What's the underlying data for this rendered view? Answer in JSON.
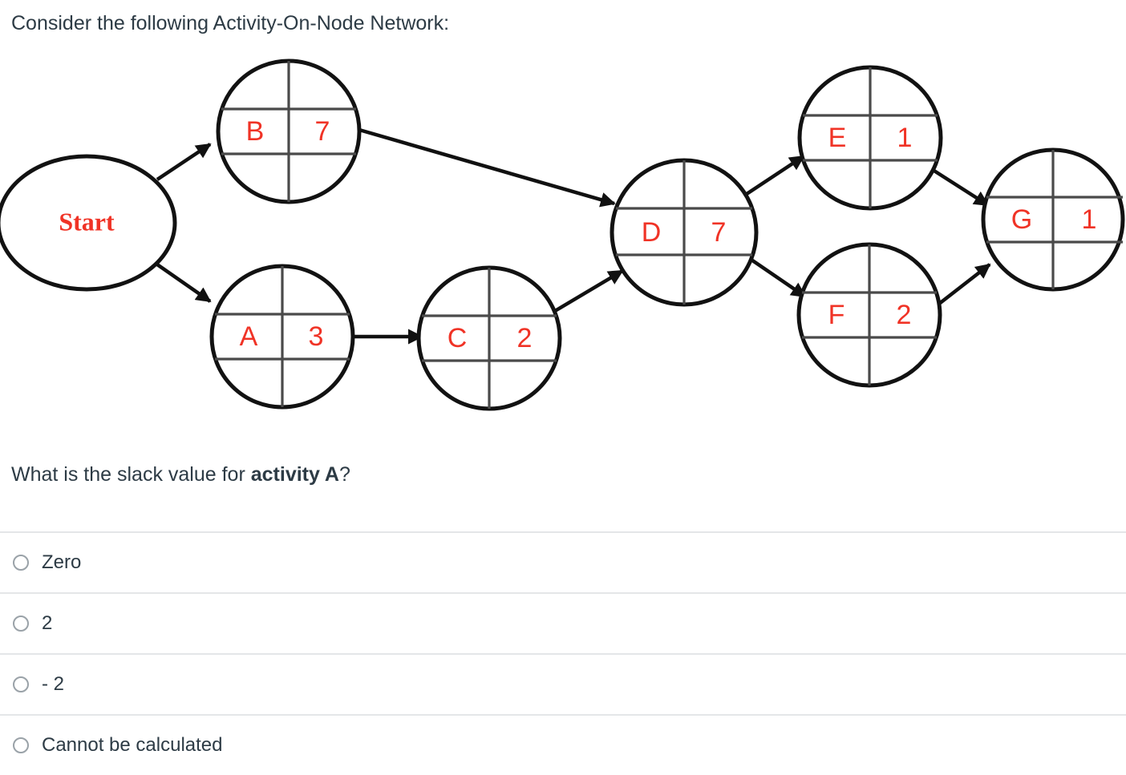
{
  "prompt": "Consider the following Activity-On-Node Network:",
  "question": {
    "prefix": "What is the slack value for ",
    "emphasis": "activity A",
    "suffix": "?"
  },
  "colors": {
    "node_label": "#f03326",
    "text": "#2d3b45",
    "stroke": "#111111",
    "divider": "#e4e6e8"
  },
  "diagram": {
    "type": "activity-on-node-network",
    "start_node": {
      "id": "Start",
      "label": "Start",
      "shape": "ellipse"
    },
    "nodes": [
      {
        "id": "B",
        "label": "B",
        "duration": "7"
      },
      {
        "id": "A",
        "label": "A",
        "duration": "3"
      },
      {
        "id": "C",
        "label": "C",
        "duration": "2"
      },
      {
        "id": "D",
        "label": "D",
        "duration": "7"
      },
      {
        "id": "E",
        "label": "E",
        "duration": "1"
      },
      {
        "id": "F",
        "label": "F",
        "duration": "2"
      },
      {
        "id": "G",
        "label": "G",
        "duration": "1"
      }
    ],
    "edges": [
      {
        "from": "Start",
        "to": "B"
      },
      {
        "from": "Start",
        "to": "A"
      },
      {
        "from": "B",
        "to": "D"
      },
      {
        "from": "A",
        "to": "C"
      },
      {
        "from": "C",
        "to": "D"
      },
      {
        "from": "D",
        "to": "E"
      },
      {
        "from": "D",
        "to": "F"
      },
      {
        "from": "E",
        "to": "G"
      },
      {
        "from": "F",
        "to": "G"
      }
    ]
  },
  "answers": [
    {
      "id": "option-zero",
      "label": "Zero",
      "selected": false
    },
    {
      "id": "option-2",
      "label": "2",
      "selected": false
    },
    {
      "id": "option-minus-2",
      "label": "- 2",
      "selected": false
    },
    {
      "id": "option-cannot-be-calculated",
      "label": "Cannot be calculated",
      "selected": false
    }
  ]
}
